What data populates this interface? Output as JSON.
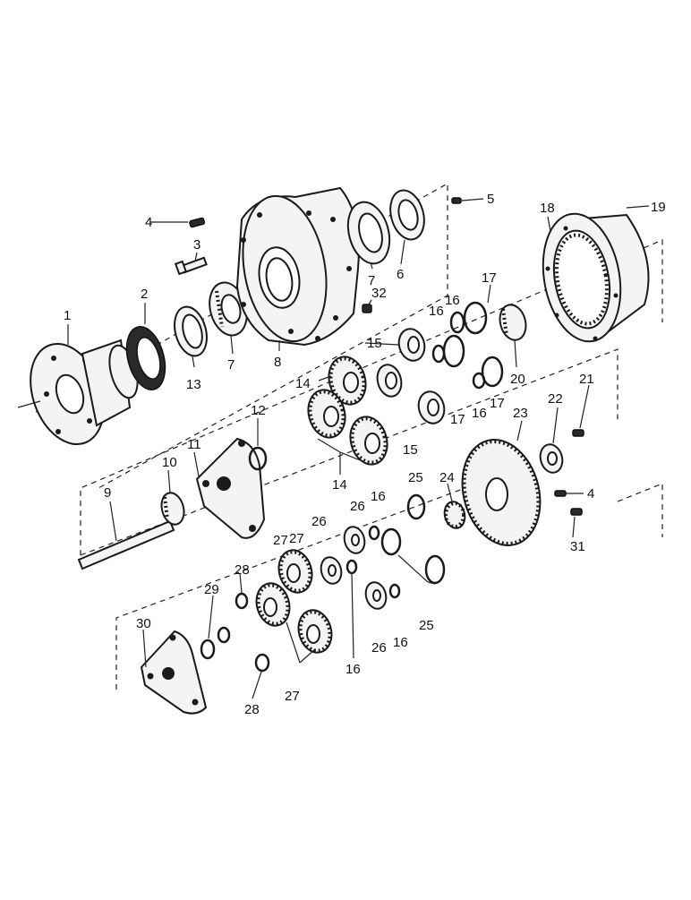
{
  "figure": {
    "labels": [
      "1",
      "2",
      "3",
      "4",
      "4",
      "5",
      "6",
      "7",
      "7",
      "8",
      "9",
      "10",
      "11",
      "12",
      "13",
      "14",
      "14",
      "15",
      "15",
      "16",
      "16",
      "16",
      "16",
      "16",
      "16",
      "17",
      "17",
      "17",
      "18",
      "19",
      "20",
      "21",
      "22",
      "23",
      "24",
      "25",
      "25",
      "26",
      "26",
      "26",
      "27",
      "27",
      "27",
      "28",
      "28",
      "29",
      "30",
      "31",
      "32"
    ]
  },
  "colors": {
    "ink": "#1a1a1a",
    "paper": "#ffffff"
  }
}
